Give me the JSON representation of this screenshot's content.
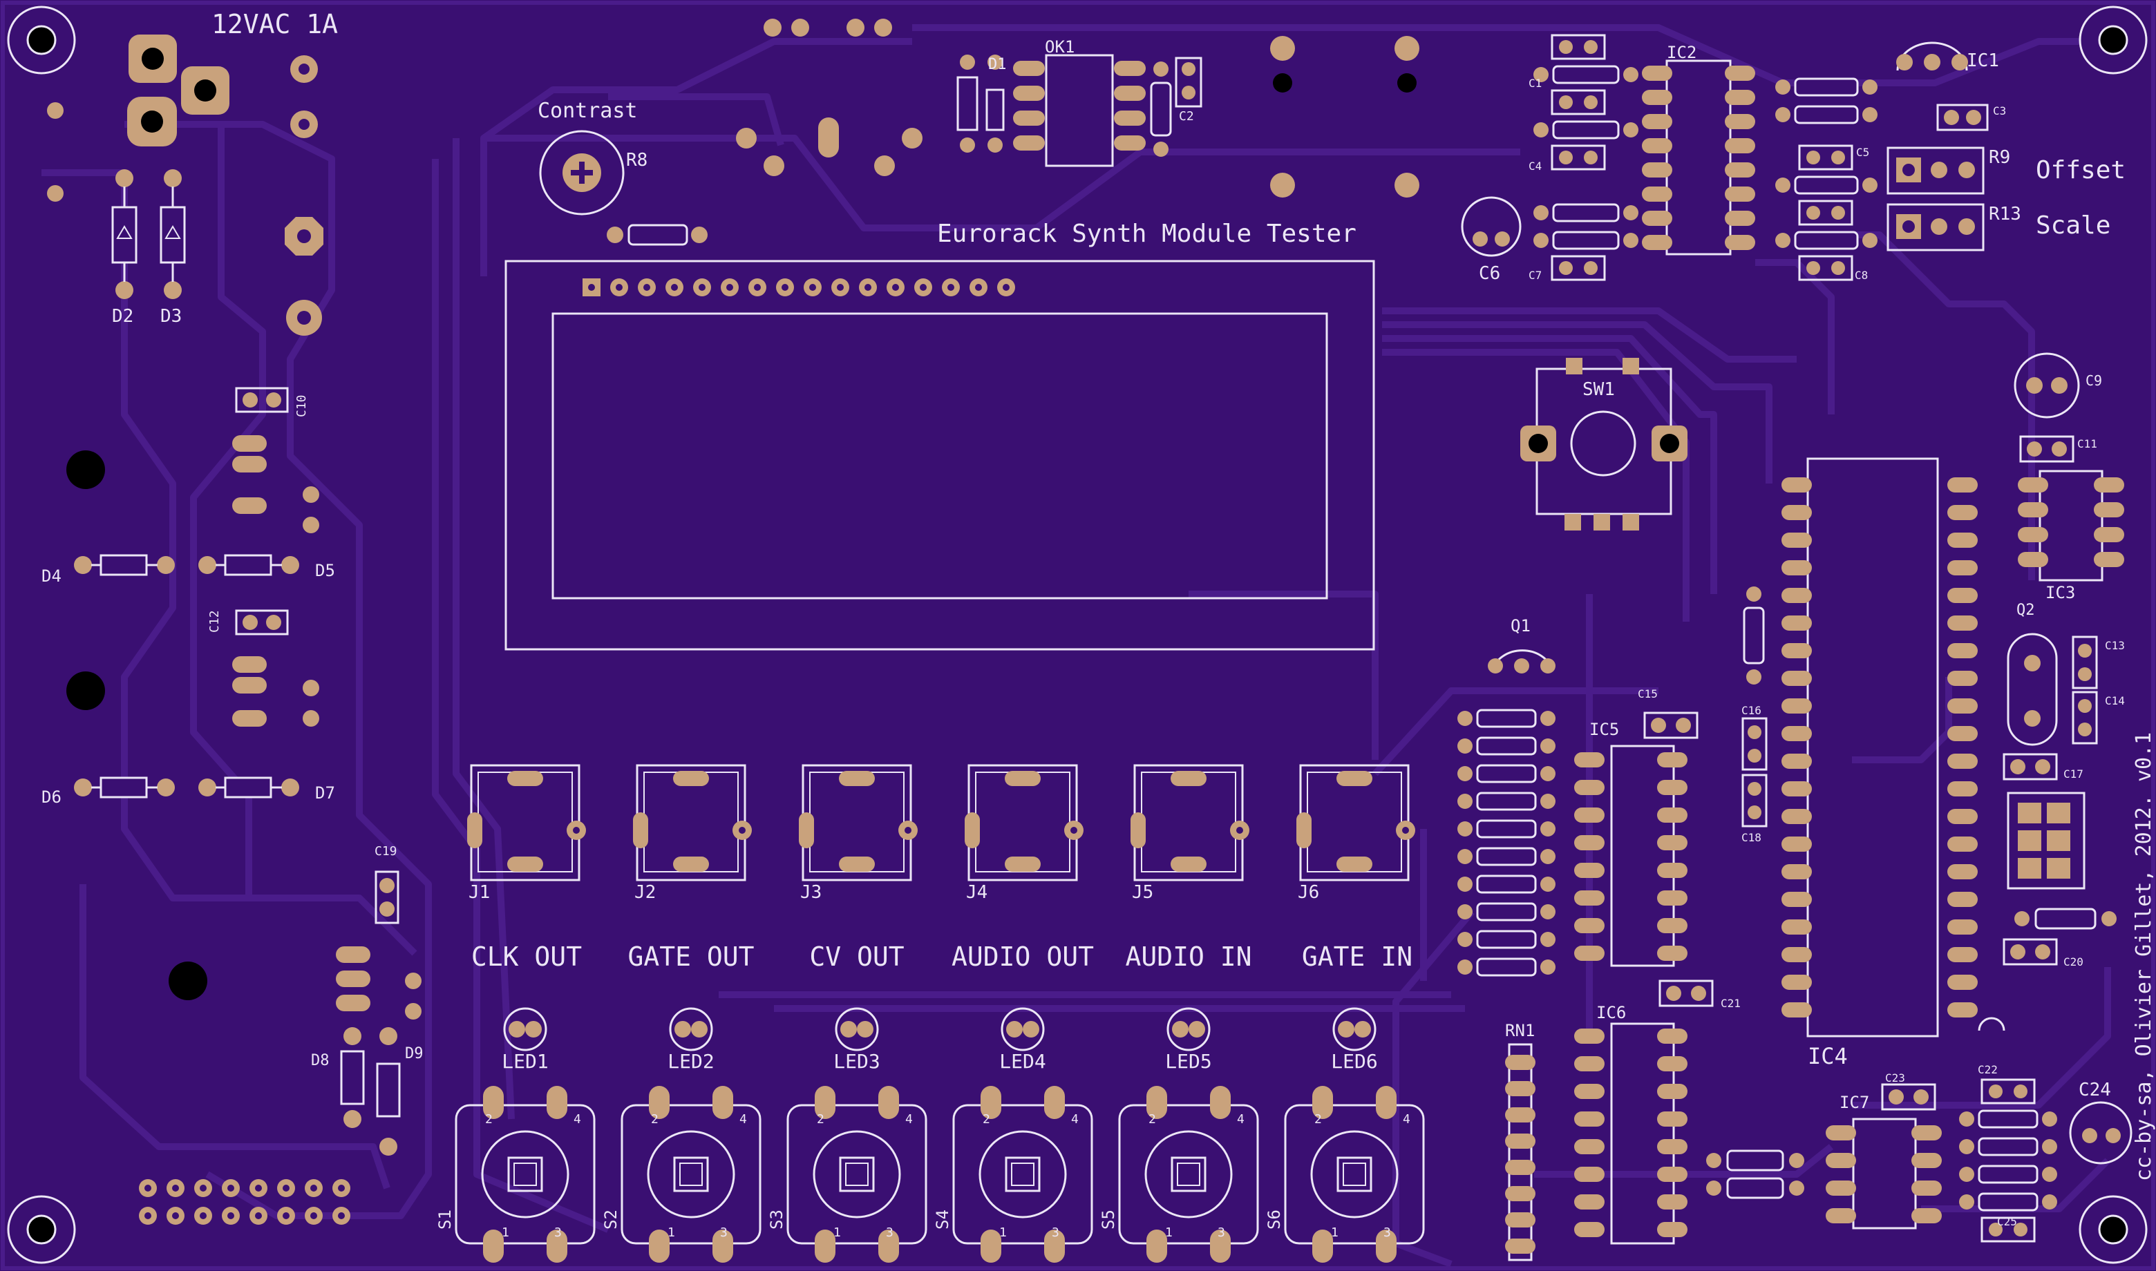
{
  "board": {
    "colors": {
      "background": "#3a0f72",
      "copper_trace": "#4a1c8a",
      "pad": "#c9a27c",
      "silkscreen": "#ece6f6",
      "hole": "#000000"
    },
    "title": "Eurorack Synth Module Tester",
    "power_label": "12VAC 1A",
    "credit": "cc-by-sa, Olivier Gillet, 2012. v0.1",
    "contrast_label": "Contrast"
  },
  "labels": {
    "d1": "D1",
    "ok1": "OK1",
    "c2": "C2",
    "r8": "R8",
    "d2": "D2",
    "d3": "D3",
    "d4": "D4",
    "d5": "D5",
    "d6": "D6",
    "d7": "D7",
    "d8": "D8",
    "d9": "D9",
    "c10": "C10",
    "c12": "C12",
    "c19": "C19",
    "c1": "C1",
    "c4": "C4",
    "c6": "C6",
    "c7": "C7",
    "ic2": "IC2",
    "c5": "C5",
    "c8": "C8",
    "ic1": "IC1",
    "c3": "C3",
    "r9": "R9",
    "r13": "R13",
    "offset": "Offset",
    "scale": "Scale",
    "sw1": "SW1",
    "c9": "C9",
    "c11": "C11",
    "ic3": "IC3",
    "q1": "Q1",
    "q2": "Q2",
    "c13": "C13",
    "c14": "C14",
    "c15": "C15",
    "c16": "C16",
    "c17": "C17",
    "c18": "C18",
    "ic5": "IC5",
    "ic4": "IC4",
    "c20": "C20",
    "c21": "C21",
    "ic6": "IC6",
    "rn1": "RN1",
    "ic7": "IC7",
    "c23": "C23",
    "c22": "C22",
    "c24": "C24",
    "c25": "C25"
  },
  "jacks": [
    {
      "ref": "J1",
      "function": "CLK OUT"
    },
    {
      "ref": "J2",
      "function": "GATE OUT"
    },
    {
      "ref": "J3",
      "function": "CV OUT"
    },
    {
      "ref": "J4",
      "function": "AUDIO OUT"
    },
    {
      "ref": "J5",
      "function": "AUDIO IN"
    },
    {
      "ref": "J6",
      "function": "GATE IN"
    }
  ],
  "leds": [
    "LED1",
    "LED2",
    "LED3",
    "LED4",
    "LED5",
    "LED6"
  ],
  "switches": [
    {
      "ref": "S1",
      "pins": [
        "1",
        "2",
        "3",
        "4"
      ]
    },
    {
      "ref": "S2",
      "pins": [
        "1",
        "2",
        "3",
        "4"
      ]
    },
    {
      "ref": "S3",
      "pins": [
        "1",
        "2",
        "3",
        "4"
      ]
    },
    {
      "ref": "S4",
      "pins": [
        "1",
        "2",
        "3",
        "4"
      ]
    },
    {
      "ref": "S5",
      "pins": [
        "1",
        "2",
        "3",
        "4"
      ]
    },
    {
      "ref": "S6",
      "pins": [
        "1",
        "2",
        "3",
        "4"
      ]
    }
  ]
}
